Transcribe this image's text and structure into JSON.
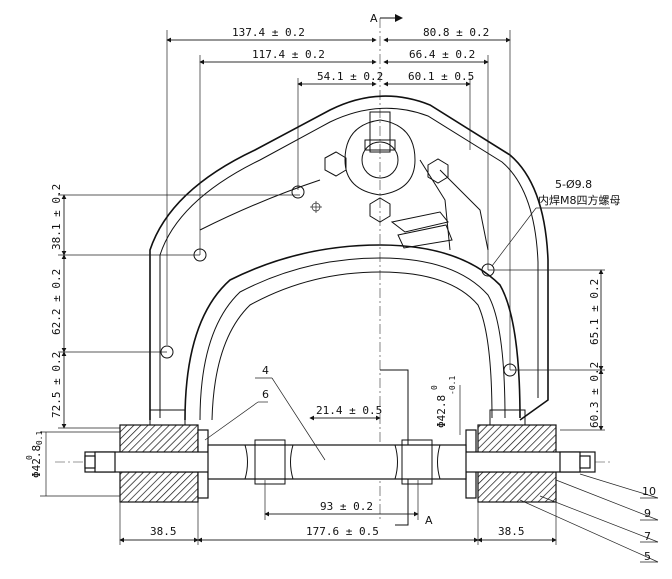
{
  "section": {
    "label_top": "A",
    "label_bottom": "A"
  },
  "dims": {
    "top_left_137": "137.4 ± 0.2",
    "top_right_808": "80.8 ± 0.2",
    "mid_left_1174": "117.4 ± 0.2",
    "mid_right_664": "66.4 ± 0.2",
    "inner_left_541": "54.1 ± 0.2",
    "inner_right_601": "60.1 ± 0.5",
    "left_381": "38.1 ± 0.2",
    "left_622": "62.2 ± 0.2",
    "left_725": "72.5 ± 0.2",
    "right_651": "65.1 ± 0.2",
    "right_603": "60.3 ± 0.2",
    "center_214": "21.4 ± 0.5",
    "bottom_93": "93 ± 0.2",
    "bottom_1776": "177.6 ± 0.5",
    "bottom_left_385": "38.5",
    "bottom_right_385": "38.5",
    "dia_left": "Φ42.8",
    "dia_left_tol": "0",
    "dia_left_tol2": "-0.1",
    "dia_right": "Φ42.8",
    "dia_right_tol": "0",
    "dia_right_tol2": "-0.1"
  },
  "hole_note": {
    "line1": "5-Ø9.8",
    "line2": "内焊M8四方螺母"
  },
  "parts": {
    "p4": "4",
    "p6": "6",
    "p10": "10",
    "p9": "9",
    "p7": "7",
    "p5": "5"
  }
}
